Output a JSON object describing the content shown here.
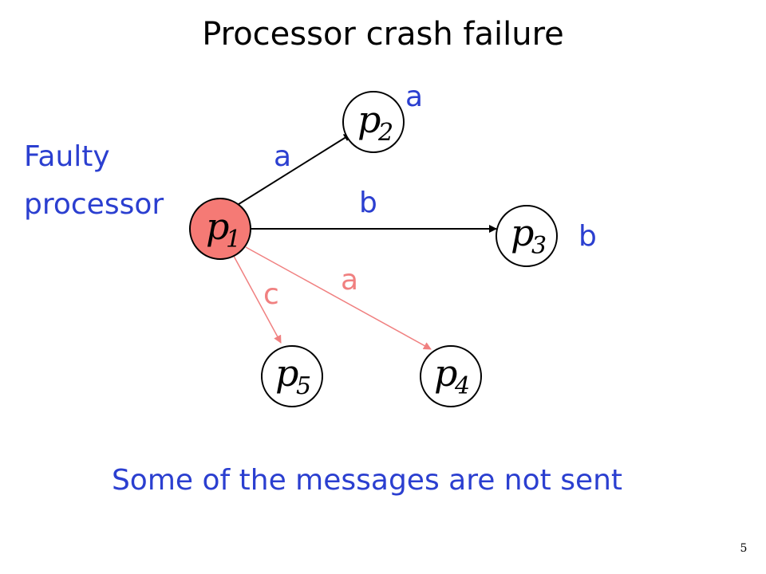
{
  "title": "Processor crash failure",
  "annotation": {
    "line1": "Faulty",
    "line2": "processor"
  },
  "caption": "Some of the messages are not sent",
  "page_number": "5",
  "colors": {
    "text_blue": "#2b3fd0",
    "message_red": "#f08080",
    "faulty_fill": "#f57a75",
    "node_fill": "#ffffff",
    "stroke": "#000000"
  },
  "nodes": [
    {
      "id": "p1",
      "letter": "p",
      "sub": "1",
      "faulty": true
    },
    {
      "id": "p2",
      "letter": "p",
      "sub": "2",
      "faulty": false
    },
    {
      "id": "p3",
      "letter": "p",
      "sub": "3",
      "faulty": false
    },
    {
      "id": "p4",
      "letter": "p",
      "sub": "4",
      "faulty": false
    },
    {
      "id": "p5",
      "letter": "p",
      "sub": "5",
      "faulty": false
    }
  ],
  "edges": [
    {
      "from": "p1",
      "to": "p2",
      "message": "a",
      "sent": true
    },
    {
      "from": "p1",
      "to": "p3",
      "message": "b",
      "sent": true
    },
    {
      "from": "p1",
      "to": "p4",
      "message": "a",
      "sent": false
    },
    {
      "from": "p1",
      "to": "p5",
      "message": "c",
      "sent": false
    }
  ],
  "received": [
    {
      "node": "p2",
      "message": "a"
    },
    {
      "node": "p3",
      "message": "b"
    }
  ]
}
